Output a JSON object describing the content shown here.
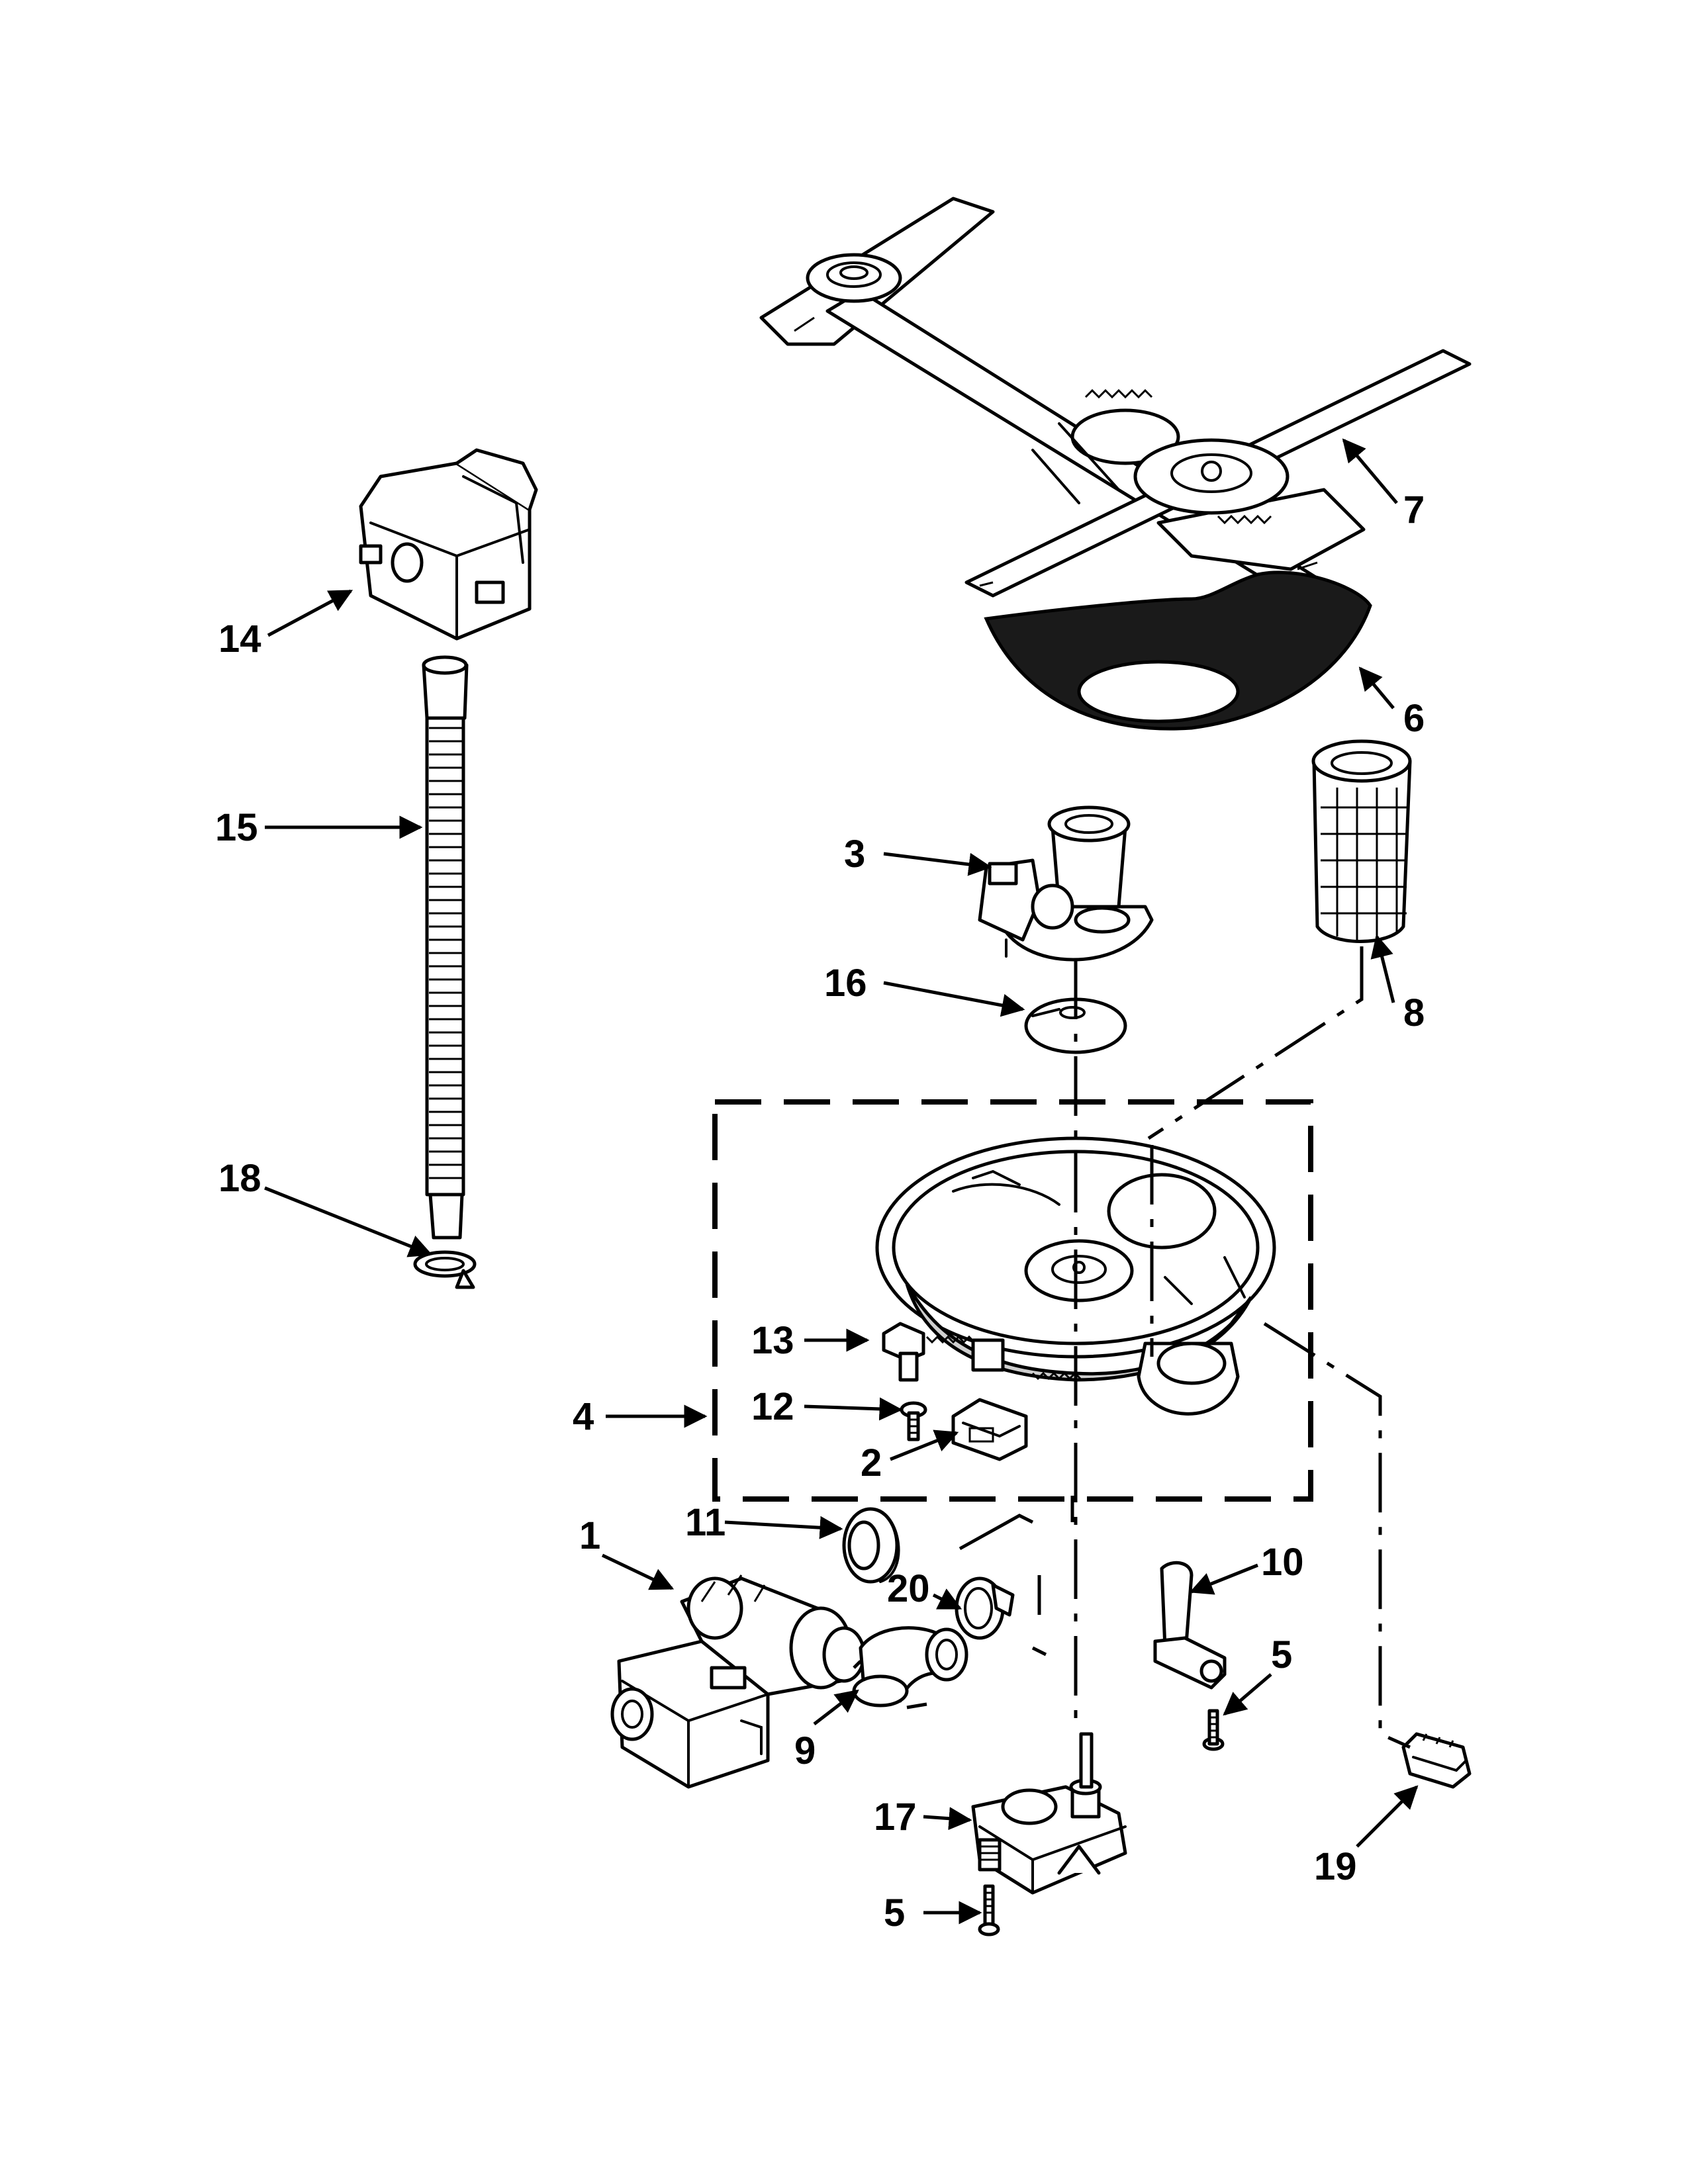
{
  "diagram": {
    "callouts": [
      {
        "id": "1",
        "text": "1"
      },
      {
        "id": "2",
        "text": "2"
      },
      {
        "id": "3",
        "text": "3"
      },
      {
        "id": "4",
        "text": "4"
      },
      {
        "id": "5a",
        "text": "5"
      },
      {
        "id": "5b",
        "text": "5"
      },
      {
        "id": "6",
        "text": "6"
      },
      {
        "id": "7",
        "text": "7"
      },
      {
        "id": "8",
        "text": "8"
      },
      {
        "id": "9",
        "text": "9"
      },
      {
        "id": "10",
        "text": "10"
      },
      {
        "id": "11",
        "text": "11"
      },
      {
        "id": "12",
        "text": "12"
      },
      {
        "id": "13",
        "text": "13"
      },
      {
        "id": "14",
        "text": "14"
      },
      {
        "id": "15",
        "text": "15"
      },
      {
        "id": "16",
        "text": "16"
      },
      {
        "id": "17",
        "text": "17"
      },
      {
        "id": "18",
        "text": "18"
      },
      {
        "id": "19",
        "text": "19"
      },
      {
        "id": "20",
        "text": "20"
      }
    ],
    "colors": {
      "line": "#000000",
      "background": "#ffffff",
      "filter_fill": "#1a1a1a"
    }
  }
}
